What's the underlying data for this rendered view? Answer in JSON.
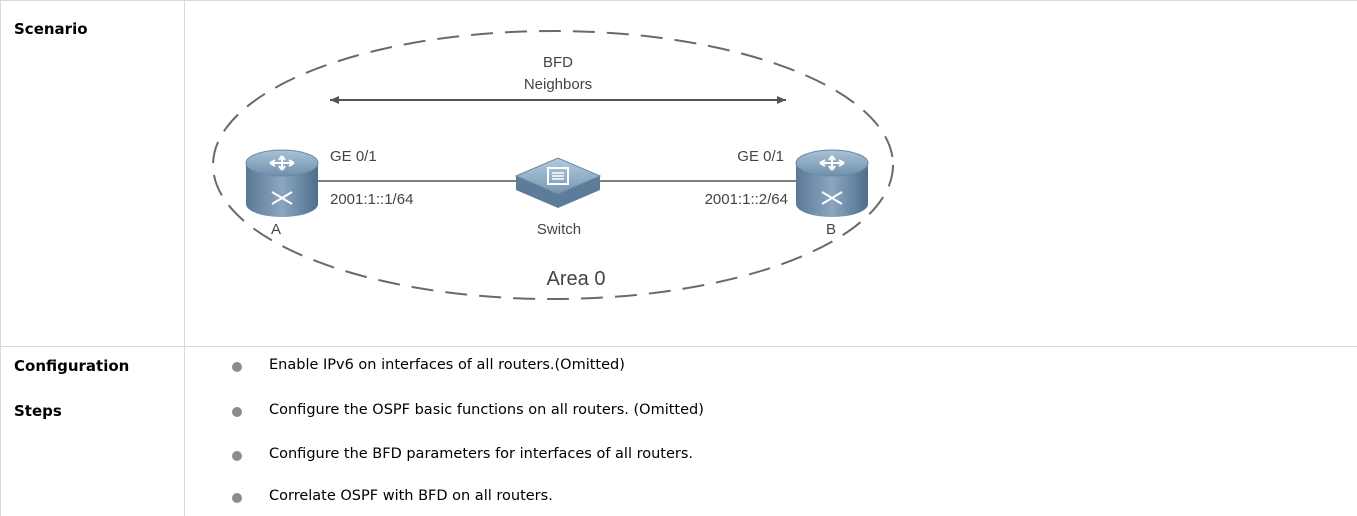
{
  "table": {
    "rows": [
      {
        "label": "Scenario",
        "diagram": {
          "bfd_label_line1": "BFD",
          "bfd_label_line2": "Neighbors",
          "router_a": {
            "name": "A",
            "interface": "GE 0/1",
            "address": "2001:1::1/64"
          },
          "router_b": {
            "name": "B",
            "interface": "GE 0/1",
            "address": "2001:1::2/64"
          },
          "switch_label": "Switch",
          "area_label": "Area 0"
        }
      },
      {
        "label_line1": "Configuration",
        "label_line2": "Steps",
        "steps": [
          "Enable IPv6 on interfaces of all routers.(Omitted)",
          "Configure the OSPF basic functions on all routers. (Omitted)",
          "Configure the BFD parameters for interfaces of all routers.",
          "Correlate OSPF with BFD on all routers."
        ]
      }
    ]
  }
}
